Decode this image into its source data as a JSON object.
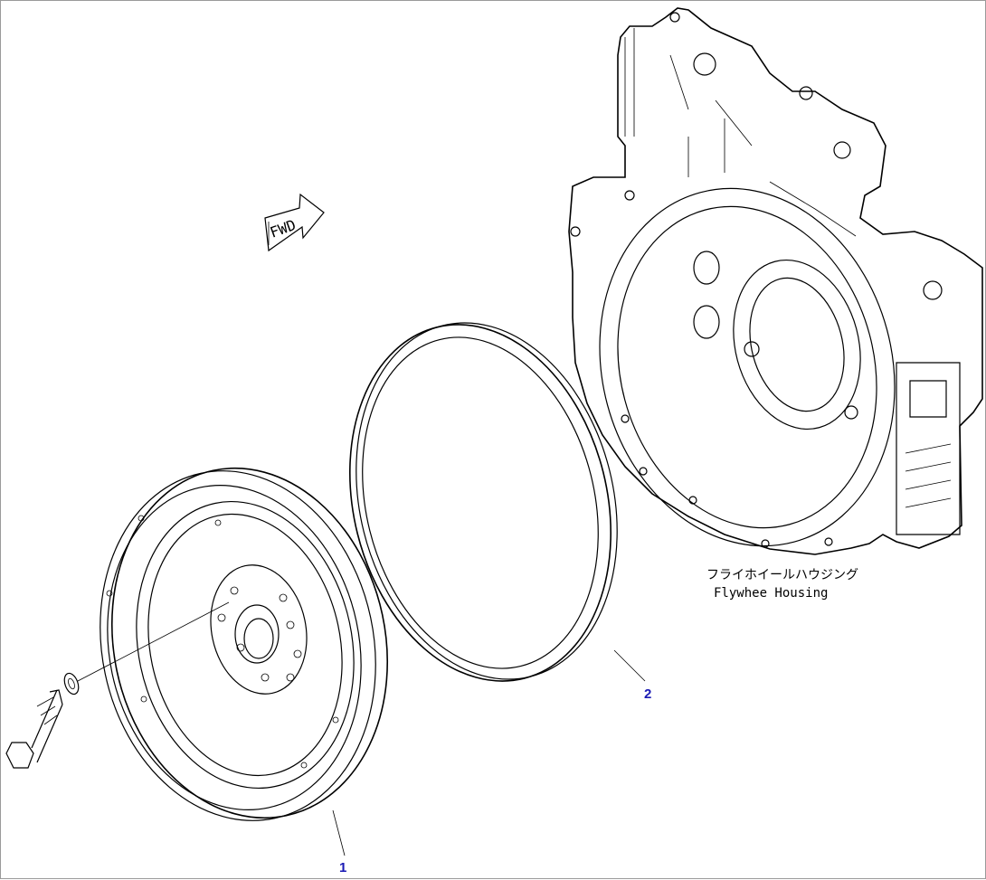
{
  "fwd_arrow": {
    "text": "FWD"
  },
  "housing_label": {
    "japanese": "フライホイールハウジング",
    "english": "Flywhee Housing"
  },
  "callouts": [
    {
      "id": "1",
      "text": "1"
    },
    {
      "id": "2",
      "text": "2"
    }
  ],
  "colors": {
    "callout": "#1a1ab4",
    "line": "#000000",
    "background": "#ffffff"
  }
}
